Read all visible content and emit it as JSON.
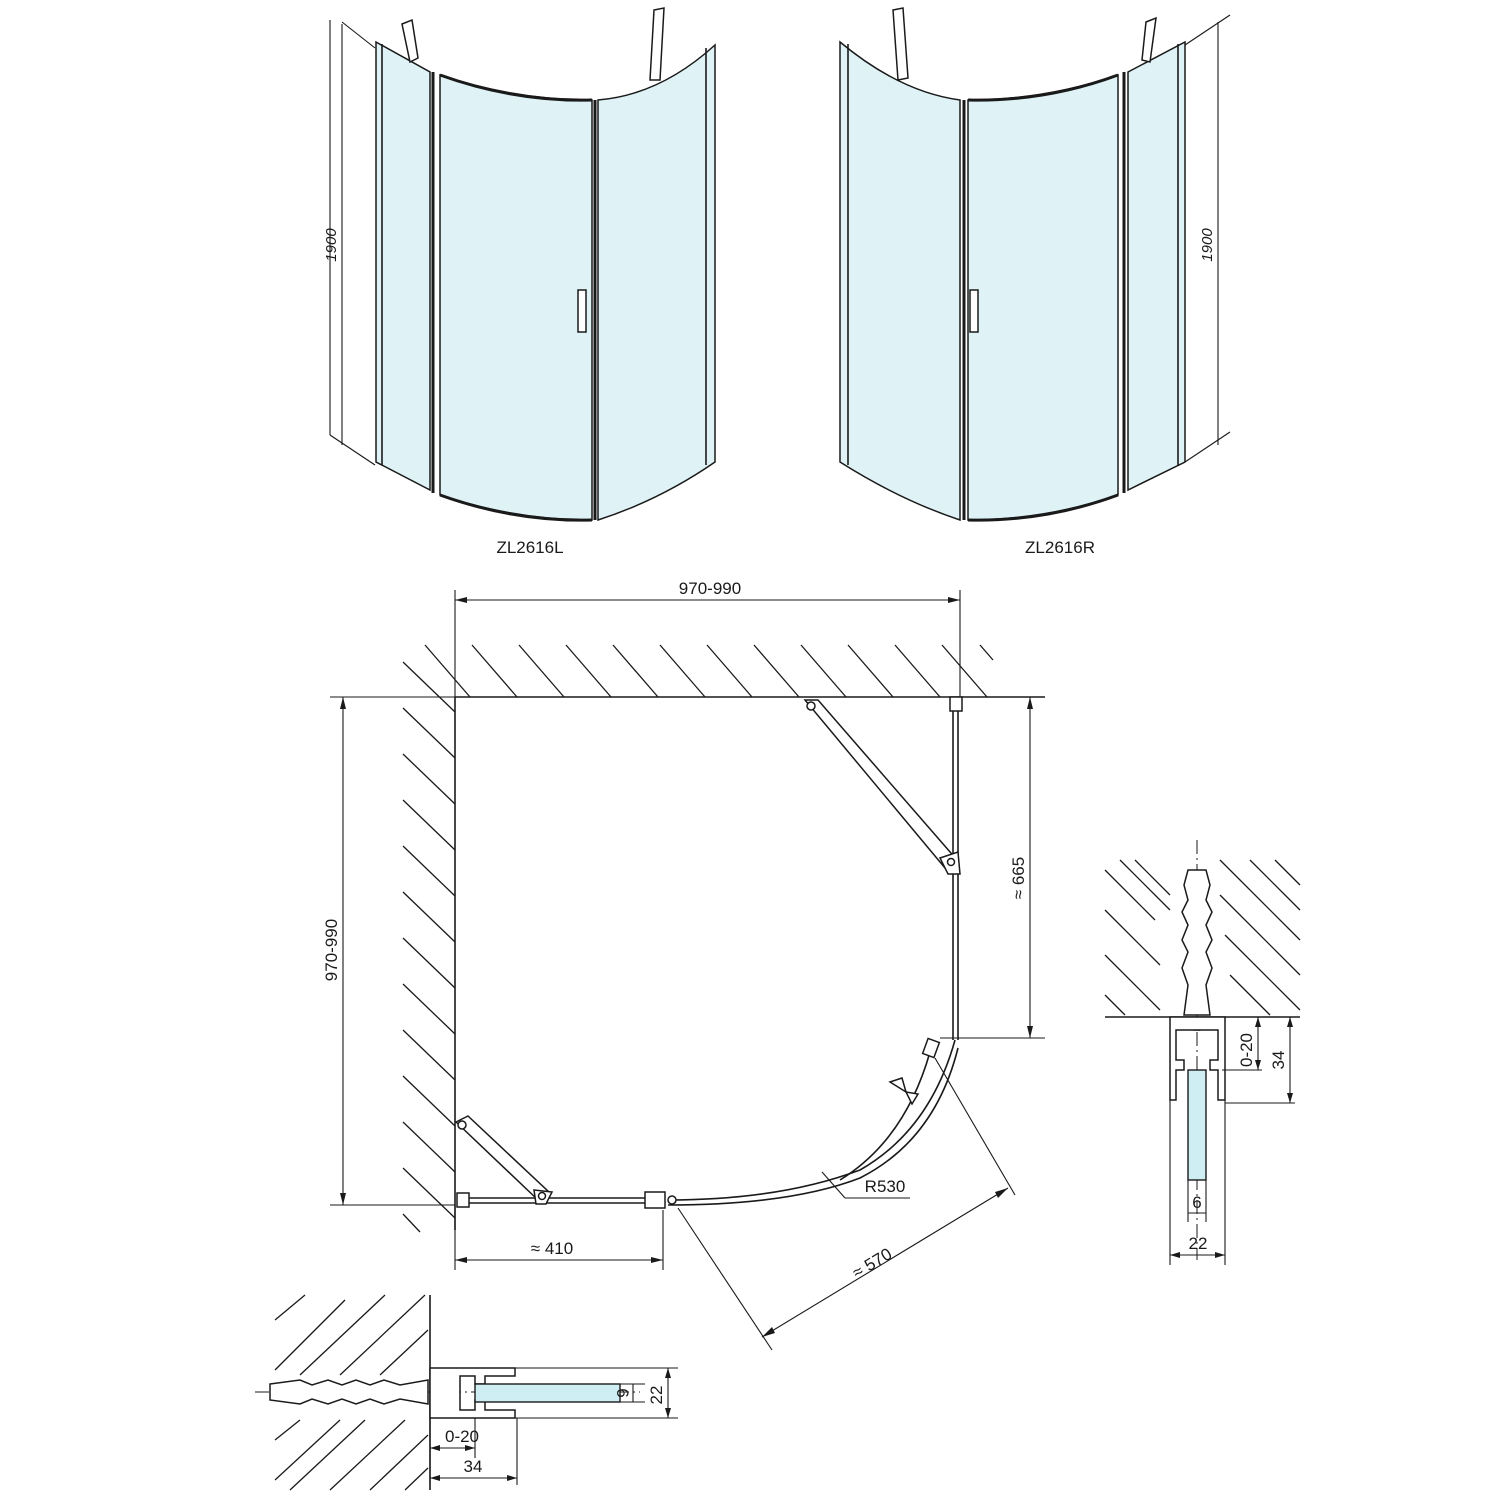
{
  "views": {
    "left_model": "ZL2616L",
    "right_model": "ZL2616R",
    "left_height": "1900",
    "right_height": "1900"
  },
  "plan": {
    "width_range": "970-990",
    "depth_range": "970-990",
    "side_panel": "≈ 665",
    "front_panel": "≈ 410",
    "door_width": "≈ 570",
    "radius": "R530"
  },
  "profile_vertical": {
    "adjust": "0-20",
    "profile_depth": "34",
    "glass": "6",
    "profile_width": "22"
  },
  "profile_horizontal": {
    "adjust": "0-20",
    "profile_depth": "34",
    "glass": "6",
    "profile_width": "22"
  },
  "colors": {
    "glass": "#dff3f7",
    "line": "#1a1a1a"
  }
}
